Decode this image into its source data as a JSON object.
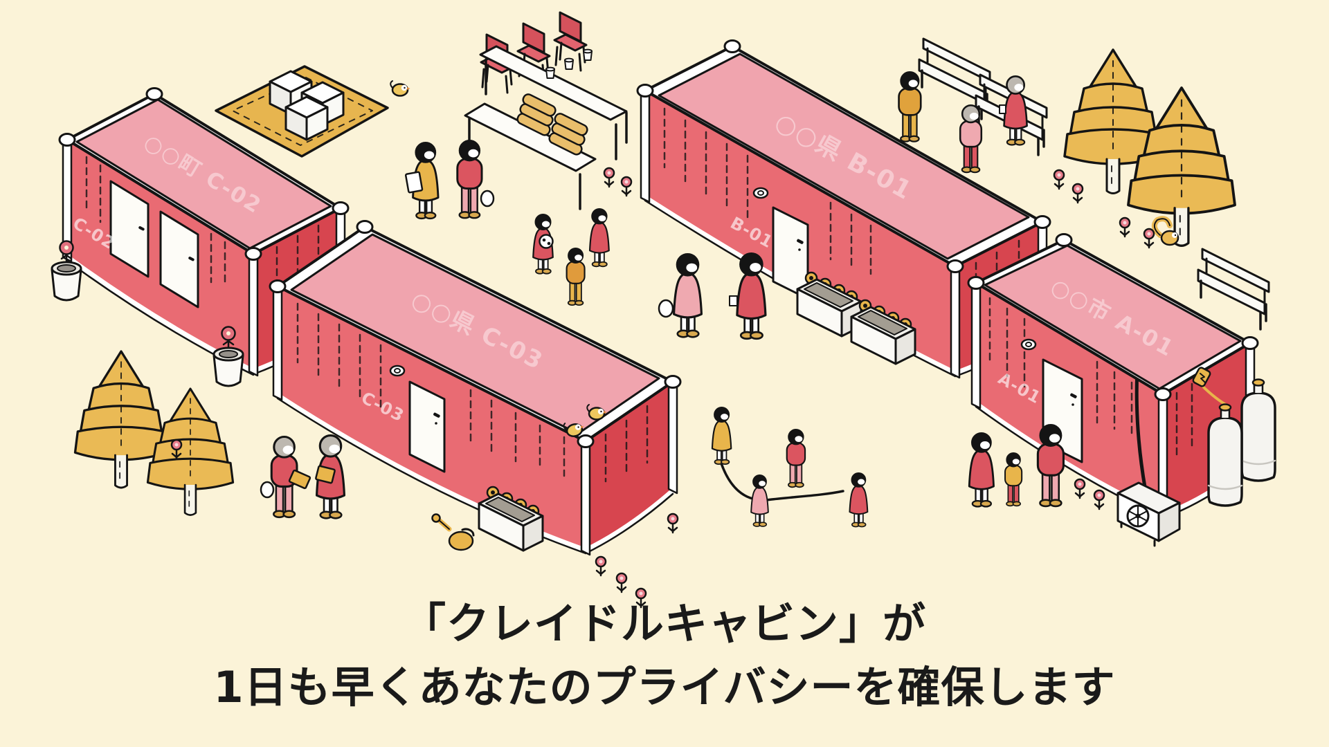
{
  "headline": {
    "line1": "「クレイドルキャビン」が",
    "line2": "1日も早くあなたのプライバシーを確保します"
  },
  "cabins": [
    {
      "roof_label": "○○町 C-02",
      "side_label": "C-02"
    },
    {
      "roof_label": "○○県 C-03",
      "side_label": "C-03"
    },
    {
      "roof_label": "○○県 B-01",
      "side_label": "B-01"
    },
    {
      "roof_label": "○○市 A-01",
      "side_label": "A-01"
    }
  ],
  "colors": {
    "background": "#FBF3D8",
    "cabin_roof": "#F0A4AE",
    "cabin_front": "#E96B73",
    "cabin_end": "#D7454F",
    "roof_label_text": "#F7C9CF",
    "trim": "#FFFFFF",
    "outline": "#141414",
    "tree_gold": "#EABA55",
    "accent_red": "#DB5560",
    "accent_pink": "#EFA9B0",
    "accent_yellow": "#E8B54B",
    "headline_text": "#1A1A1A"
  }
}
